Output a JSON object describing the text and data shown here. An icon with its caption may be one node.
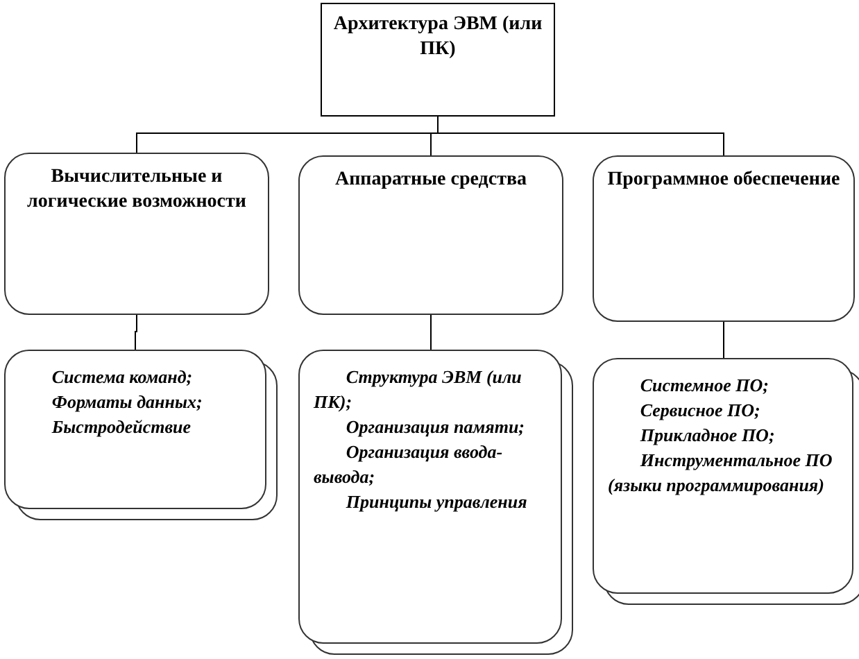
{
  "diagram": {
    "nodes": [
      {
        "text": [
          "Архитектура ЭВМ (или ПК)"
        ]
      },
      {
        "text": [
          "Вычислительные и логические возможности"
        ]
      },
      {
        "text": [
          "Аппаратные средства"
        ]
      },
      {
        "text": [
          "Программное обеспечение"
        ]
      },
      {
        "text": [
          "Система команд;",
          "Форматы данных;",
          "Быстродействие"
        ]
      },
      {
        "text": [
          "Структура ЭВМ (или ПК);",
          "Организация памяти;",
          "Организация ввода-вывода;",
          "Принципы управления"
        ]
      },
      {
        "text": [
          "Системное ПО;",
          "Сервисное ПО;",
          "Прикладное ПО;",
          "Инструментальное ПО (языки программирования)"
        ]
      }
    ],
    "edges": [
      {
        "from": 0,
        "to": 1,
        "arrow": "none"
      },
      {
        "from": 0,
        "to": 2,
        "arrow": "none"
      },
      {
        "from": 0,
        "to": 3,
        "arrow": "none"
      },
      {
        "from": 1,
        "to": 4,
        "arrow": "none"
      },
      {
        "from": 2,
        "to": 5,
        "arrow": "none"
      },
      {
        "from": 3,
        "to": 6,
        "arrow": "none"
      }
    ]
  }
}
